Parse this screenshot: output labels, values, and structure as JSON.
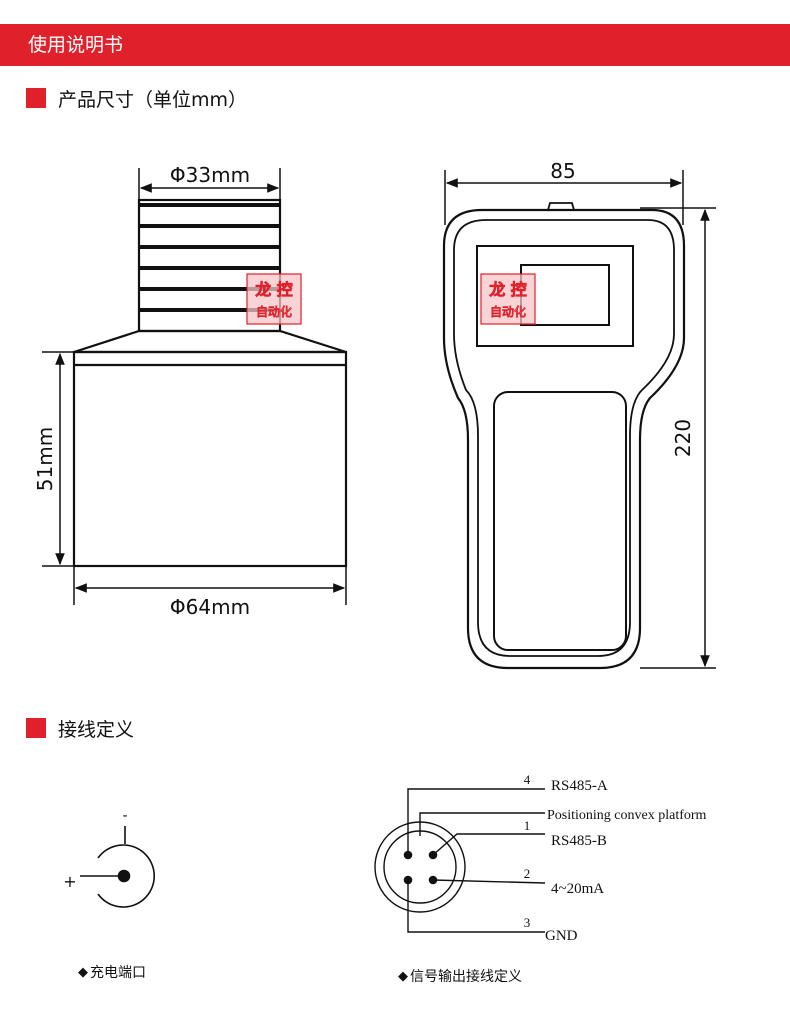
{
  "banner": {
    "title": "使用说明书"
  },
  "dimensions_section": {
    "title": "产品尺寸（单位mm）"
  },
  "sensor_drawing": {
    "top_diameter": "Φ33mm",
    "height": "51mm",
    "bottom_diameter": "Φ64mm"
  },
  "handheld_drawing": {
    "width": "85",
    "height": "220"
  },
  "watermark": {
    "line1": "龙 控",
    "line2": "自动化"
  },
  "wiring_section": {
    "title": "接线定义"
  },
  "charging_port": {
    "minus": "-",
    "plus": "+",
    "caption_symbol": "◆",
    "caption": "充电端口"
  },
  "signal_connector": {
    "pins": [
      {
        "number": "4",
        "label": "RS485-A"
      },
      {
        "number": "",
        "label": "Positioning convex platform"
      },
      {
        "number": "1",
        "label": "RS485-B"
      },
      {
        "number": "2",
        "label": "4~20mA"
      },
      {
        "number": "3",
        "label": "GND"
      }
    ],
    "caption_symbol": "◆",
    "caption": "信号输出接线定义"
  },
  "colors": {
    "accent": "#e0202a"
  }
}
